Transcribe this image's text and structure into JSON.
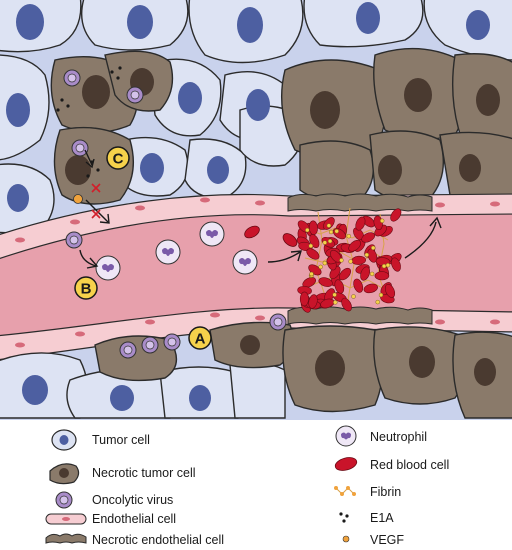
{
  "callouts": {
    "a": "A",
    "b": "B",
    "c": "C"
  },
  "legend": [
    {
      "key": "tumor_cell",
      "label": "Tumor cell"
    },
    {
      "key": "necrotic_tumor_cell",
      "label": "Necrotic tumor cell"
    },
    {
      "key": "oncolytic_virus",
      "label": "Oncolytic virus"
    },
    {
      "key": "endothelial_cell",
      "label": "Endothelial cell"
    },
    {
      "key": "necrotic_endothelial_cell",
      "label": "Necrotic endothelial cell"
    },
    {
      "key": "neutrophil",
      "label": "Neutrophil"
    },
    {
      "key": "red_blood_cell",
      "label": "Red blood cell"
    },
    {
      "key": "fibrin",
      "label": "Fibrin"
    },
    {
      "key": "e1a",
      "label": "E1A"
    },
    {
      "key": "vegf",
      "label": "VEGF"
    }
  ],
  "colors": {
    "tumor_cell_fill": "#dde3f3",
    "tumor_nucleus": "#4d5fa1",
    "necrotic_fill": "#8a7a6a",
    "necrotic_nucleus": "#4a3a30",
    "vessel_lumen": "#e7a0ac",
    "endothelial_fill": "#f6cdd2",
    "endothelial_nucleus": "#d66a7a",
    "red_blood_cell": "#c9142a",
    "virus": "#a98cc9",
    "neutrophil_nucleus": "#7a5aa8",
    "vegf": "#f0a23c",
    "badge": "#f6d24b"
  }
}
